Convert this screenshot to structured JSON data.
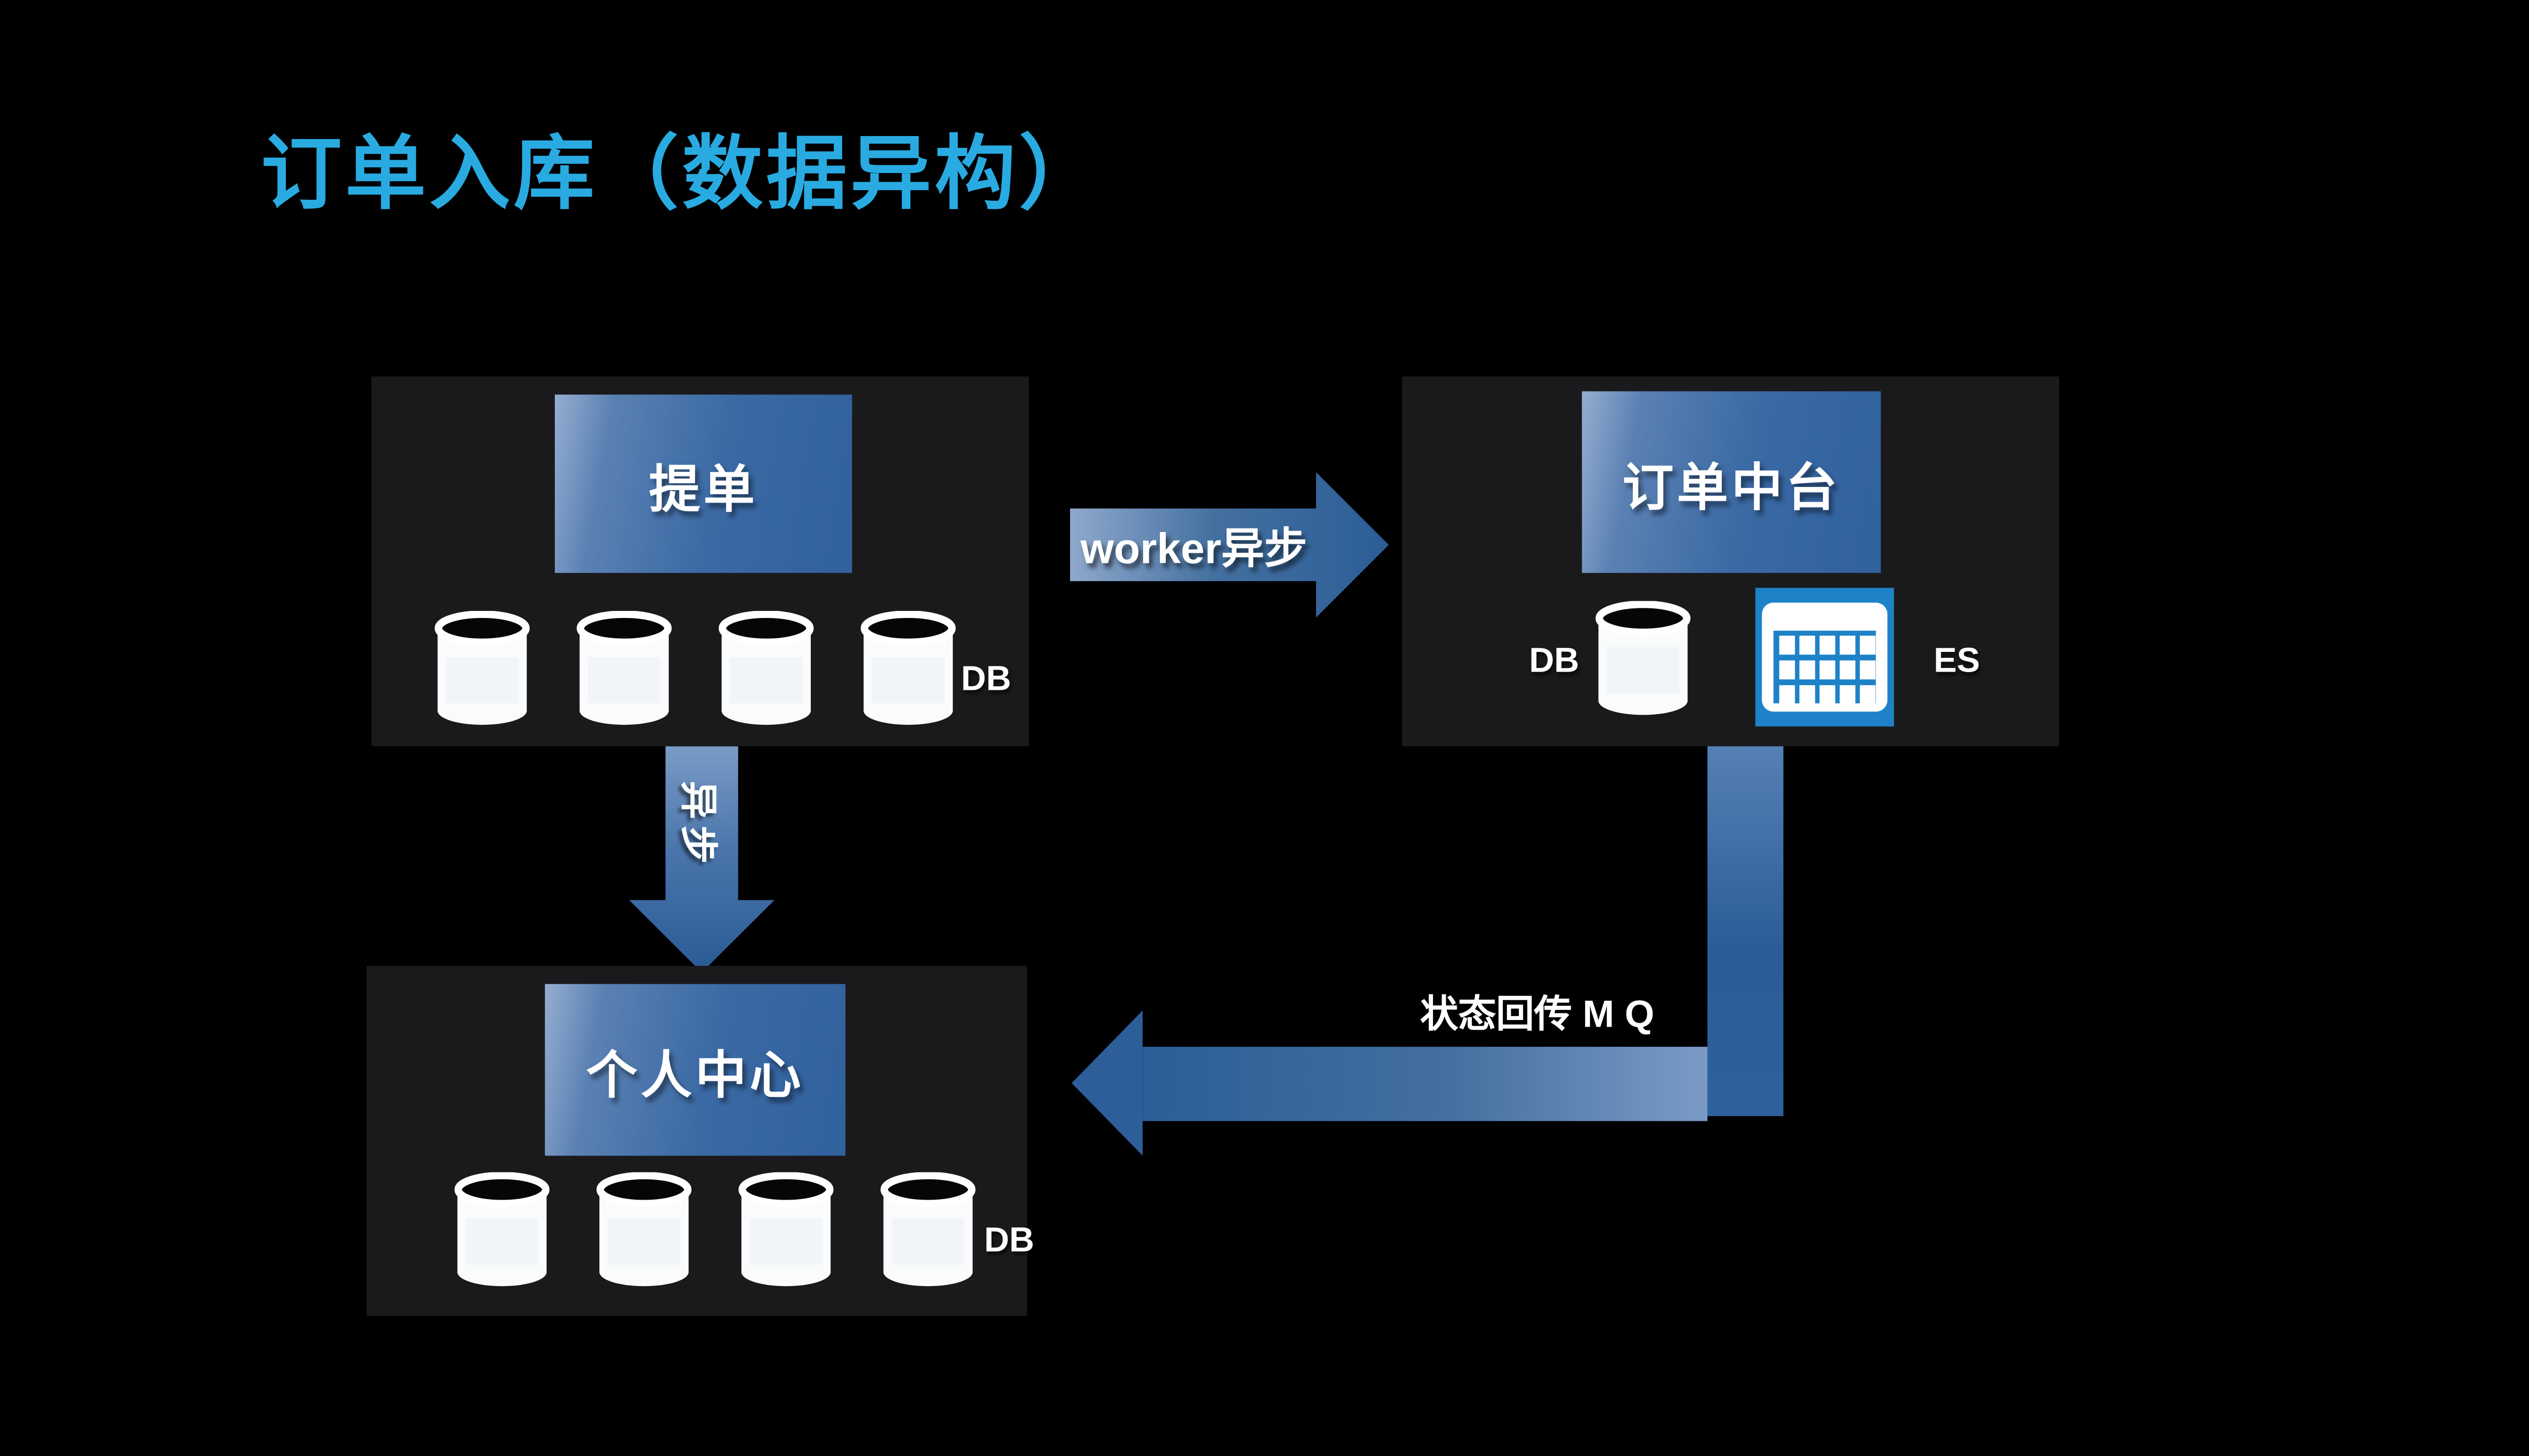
{
  "slide": {
    "title": "订单入库（数据异构）"
  },
  "colors": {
    "background": "#000000",
    "panel": "#1A1A1C",
    "title_accent": "#29ABE2",
    "shape_blue_dark": "#2C5D98",
    "shape_blue_light": "#8FA9CD",
    "es_icon_blue": "#1E82C8"
  },
  "nodes": {
    "order_submit": {
      "title": "提单",
      "db_label": "DB",
      "db_count": 4
    },
    "order_center": {
      "title": "订单中台",
      "db_label": "DB",
      "es_label": "ES",
      "db_count": 1
    },
    "personal_center": {
      "title": "个人中心",
      "db_label": "DB",
      "db_count": 4
    }
  },
  "arrows": {
    "worker": {
      "label": "worker异步"
    },
    "async": {
      "label": "异步"
    },
    "mq": {
      "label": "状态回传 M Q"
    }
  }
}
